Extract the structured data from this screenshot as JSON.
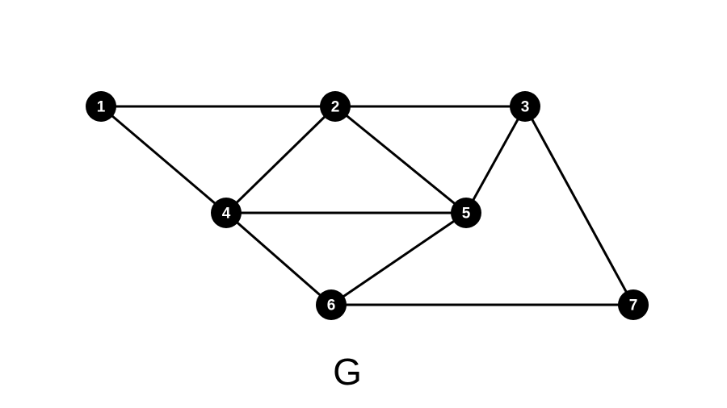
{
  "title": "G",
  "colors": {
    "node_fill": "#000000",
    "node_label": "#ffffff",
    "edge": "#000000",
    "background": "#ffffff"
  },
  "nodes": [
    {
      "id": "1",
      "label": "1"
    },
    {
      "id": "2",
      "label": "2"
    },
    {
      "id": "3",
      "label": "3"
    },
    {
      "id": "4",
      "label": "4"
    },
    {
      "id": "5",
      "label": "5"
    },
    {
      "id": "6",
      "label": "6"
    },
    {
      "id": "7",
      "label": "7"
    }
  ],
  "edges": [
    {
      "from": "1",
      "to": "2"
    },
    {
      "from": "2",
      "to": "3"
    },
    {
      "from": "1",
      "to": "4"
    },
    {
      "from": "2",
      "to": "4"
    },
    {
      "from": "2",
      "to": "5"
    },
    {
      "from": "3",
      "to": "5"
    },
    {
      "from": "3",
      "to": "7"
    },
    {
      "from": "4",
      "to": "5"
    },
    {
      "from": "4",
      "to": "6"
    },
    {
      "from": "5",
      "to": "6"
    },
    {
      "from": "6",
      "to": "7"
    }
  ]
}
